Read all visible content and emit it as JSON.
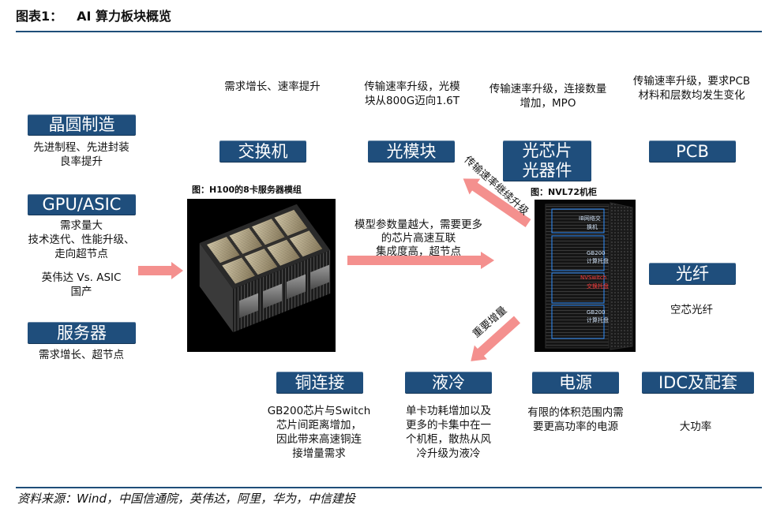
{
  "header": {
    "figure_label": "图表1：",
    "title": "AI 算力板块概览"
  },
  "colors": {
    "box": "#1f4e7c",
    "rule": "#1f4e79",
    "arrow": "#f4908e",
    "highlight": "#ff3b3b",
    "image_label": "#cfe0f5"
  },
  "segments": {
    "wafer": {
      "label": "晶圆制造",
      "desc": [
        "先进制程、先进封装",
        "良率提升"
      ]
    },
    "gpu_asic": {
      "label": "GPU/ASIC",
      "desc": [
        "需求量大",
        "技术迭代、性能升级、",
        "走向超节点"
      ],
      "note": [
        "英伟达 Vs. ASIC",
        "国产"
      ]
    },
    "server": {
      "label": "服务器",
      "desc": [
        "需求增长、超节点"
      ]
    },
    "switch": {
      "label": "交换机",
      "desc": [
        "需求增长、速率提升"
      ]
    },
    "optical_module": {
      "label": "光模块",
      "desc": [
        "传输速率升级，光模",
        "块从800G迈向1.6T"
      ]
    },
    "optical_chip": {
      "label": [
        "光芯片",
        "光器件"
      ],
      "desc": [
        "传输速率升级，连接数量",
        "增加，MPO"
      ]
    },
    "pcb": {
      "label": "PCB",
      "desc": [
        "传输速率升级，要求PCB",
        "材料和层数均发生变化"
      ]
    },
    "fiber": {
      "label": "光纤",
      "desc": [
        "空芯光纤"
      ]
    },
    "copper": {
      "label": "铜连接",
      "desc": [
        "GB200芯片与Switch",
        "芯片间距离增加，",
        "因此带来高速铜连",
        "接增量需求"
      ]
    },
    "liquid_cooling": {
      "label": "液冷",
      "desc": [
        "单卡功耗增加以及",
        "更多的卡集中在一",
        "个机柜，散热从风",
        "冷升级为液冷"
      ]
    },
    "power": {
      "label": "电源",
      "desc": [
        "有限的体积范围内需",
        "要更高功率的电源"
      ]
    },
    "idc": {
      "label": "IDC及配套",
      "desc": [
        "大功率"
      ]
    }
  },
  "center": {
    "interconnect_note": [
      "模型参数量越大，需要更多",
      "的芯片高速互联",
      "集成度高，超节点"
    ],
    "arrow_up_label": "传输速率继续升级",
    "arrow_down_label": "重要增量"
  },
  "images": {
    "h100": {
      "caption": "图：H100的8卡服务器模组"
    },
    "nvl72": {
      "caption": "图：NVL72机柜",
      "labels": {
        "ib_switch": [
          "IB网络交",
          "换机"
        ],
        "compute_tray_top": [
          "GB200",
          "计算托盘"
        ],
        "nvswitch_tray": [
          "NVSwitch",
          "交换托盘"
        ],
        "compute_tray_bottom": [
          "GB200",
          "计算托盘"
        ]
      }
    }
  },
  "footer": {
    "source": "资料来源：Wind，中国信通院，英伟达，阿里，华为，中信建投"
  }
}
